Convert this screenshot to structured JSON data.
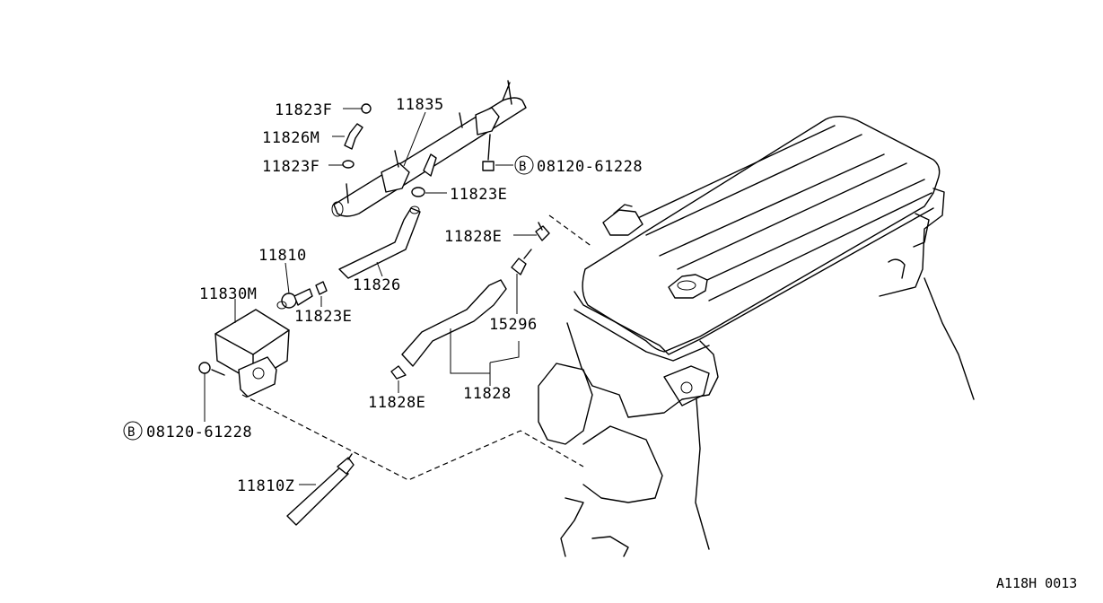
{
  "diagram_code": "A118H 0013",
  "labels": {
    "p11823F_top": "11823F",
    "p11835": "11835",
    "p11826M": "11826M",
    "p11823F_bot": "11823F",
    "bolt_top": "08120-61228",
    "bolt_top_badge": "B",
    "p11823E_top": "11823E",
    "p11828E_top": "11828E",
    "p11810": "11810",
    "p11830M": "11830M",
    "p11826": "11826",
    "p11823E_mid": "11823E",
    "p15296": "15296",
    "p11828E_bot": "11828E",
    "p11828": "11828",
    "bolt_bot": "08120-61228",
    "bolt_bot_badge": "B",
    "p11810Z": "11810Z"
  }
}
